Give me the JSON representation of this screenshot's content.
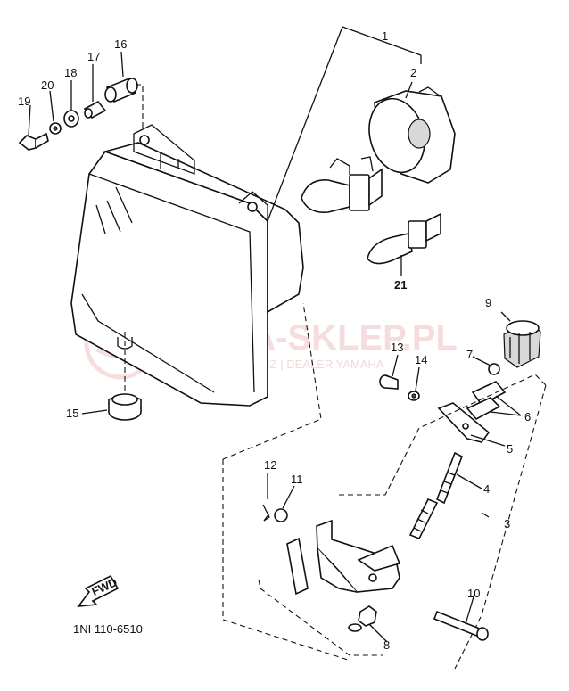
{
  "watermark": {
    "title": "YAMA-SKLEP.PL",
    "subtitle": "WOJCIECHOWICZ | DEALER YAMAHA"
  },
  "diagram_code": "1NI 110-6510",
  "fwd_label": "FWD",
  "callouts": {
    "p1": "1",
    "p2": "2",
    "p3": "3",
    "p4": "4",
    "p5": "5",
    "p6": "6",
    "p7": "7",
    "p8": "8",
    "p9": "9",
    "p10": "10",
    "p11": "11",
    "p12": "12",
    "p13": "13",
    "p14": "14",
    "p15": "15",
    "p16": "16",
    "p17": "17",
    "p18": "18",
    "p19": "19",
    "p20": "20",
    "p21": "21"
  }
}
